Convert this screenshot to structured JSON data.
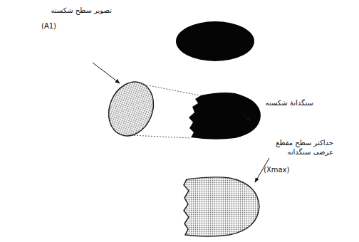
{
  "diagram": {
    "labels": [
      "تصویر سطح شکسته",
      "(A1)",
      "سنگدانهٔ شکسته",
      "حداکثر سطح مقطع عرضی سنگدانه",
      "(Xmax)"
    ]
  }
}
